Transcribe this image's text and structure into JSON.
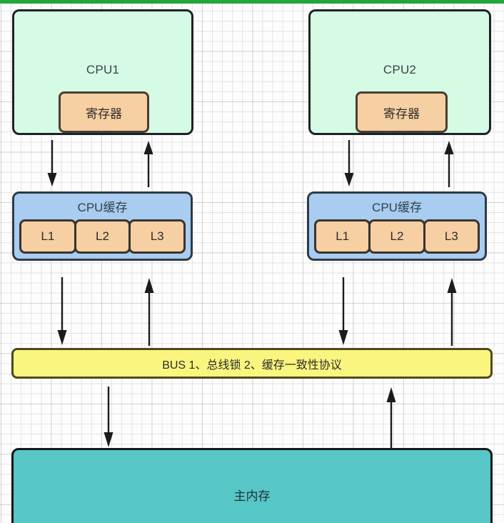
{
  "diagram": {
    "title_bar_color": "#22a53a",
    "background": "grid-paper",
    "colors": {
      "cpu": "#d6fbe4",
      "register": "#f6cfa3",
      "cache": "#a8cdf0",
      "cache_level": "#f6cfa3",
      "bus": "#faf57e",
      "memory": "#56c6c6",
      "stroke": "#23272b",
      "topline": "#22a53a"
    },
    "cpus": [
      {
        "id": "cpu1",
        "label": "CPU1",
        "register_label": "寄存器"
      },
      {
        "id": "cpu2",
        "label": "CPU2",
        "register_label": "寄存器"
      }
    ],
    "caches": [
      {
        "id": "cache1",
        "label": "CPU缓存",
        "levels": [
          "L1",
          "L2",
          "L3"
        ]
      },
      {
        "id": "cache2",
        "label": "CPU缓存",
        "levels": [
          "L1",
          "L2",
          "L3"
        ]
      }
    ],
    "bus": {
      "label": "BUS 1、总线锁 2、缓存一致性协议"
    },
    "memory": {
      "label": "主内存"
    },
    "arrows": [
      {
        "id": "cpu1-to-cache1",
        "direction": "down"
      },
      {
        "id": "cache1-to-cpu1",
        "direction": "up"
      },
      {
        "id": "cpu2-to-cache2",
        "direction": "down"
      },
      {
        "id": "cache2-to-cpu2",
        "direction": "up"
      },
      {
        "id": "cache1-to-bus",
        "direction": "down"
      },
      {
        "id": "bus-to-cache1",
        "direction": "up"
      },
      {
        "id": "cache2-to-bus",
        "direction": "down"
      },
      {
        "id": "bus-to-cache2",
        "direction": "up"
      },
      {
        "id": "bus-to-memory",
        "direction": "down"
      },
      {
        "id": "memory-to-bus",
        "direction": "up"
      }
    ]
  }
}
